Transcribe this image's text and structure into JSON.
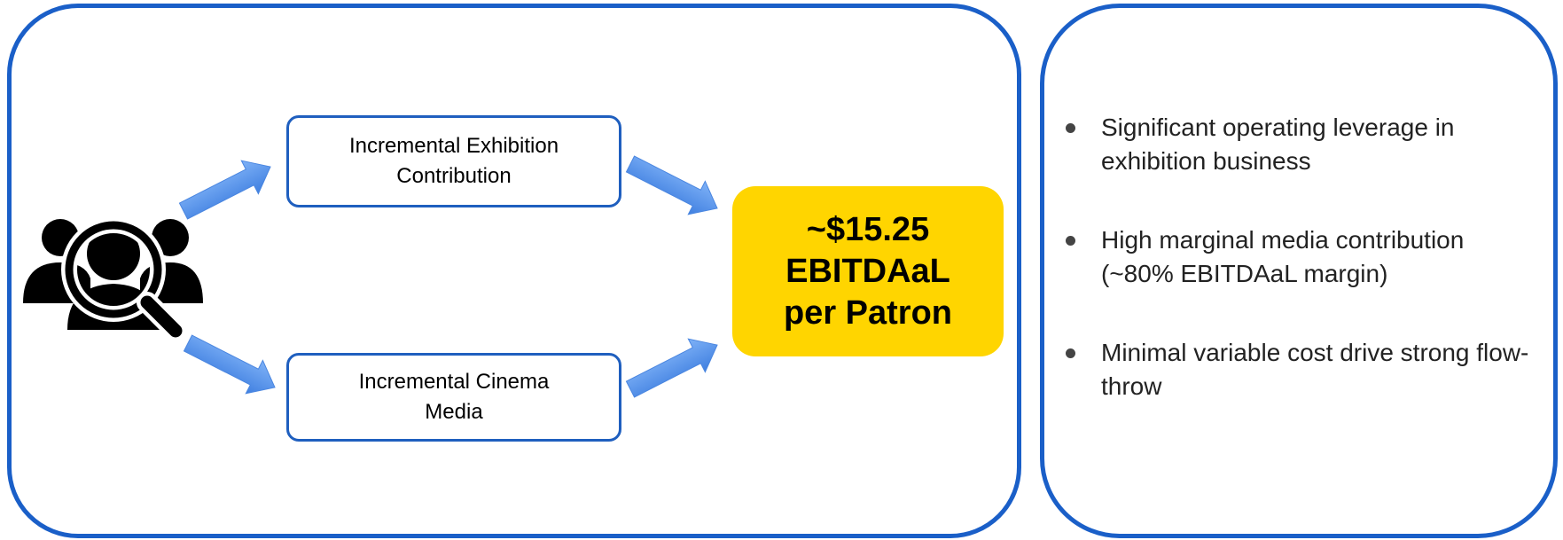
{
  "colors": {
    "panel_border": "#1a5fc8",
    "node_border": "#1f5fbf",
    "arrow_fill": "#5a97ee",
    "result_fill": "#ffd500"
  },
  "icons": {
    "audience": "people-search-icon"
  },
  "diagram": {
    "nodes": {
      "exhibition": "Incremental Exhibition\nContribution",
      "media": "Incremental Cinema\nMedia"
    },
    "result": {
      "value": "~$15.25",
      "metric": "EBITDAaL",
      "unit": "per Patron"
    }
  },
  "highlights": [
    "Significant operating leverage in exhibition business",
    "High marginal media contribution (~80% EBITDAaL margin)",
    "Minimal variable cost drive strong flow-throw"
  ]
}
